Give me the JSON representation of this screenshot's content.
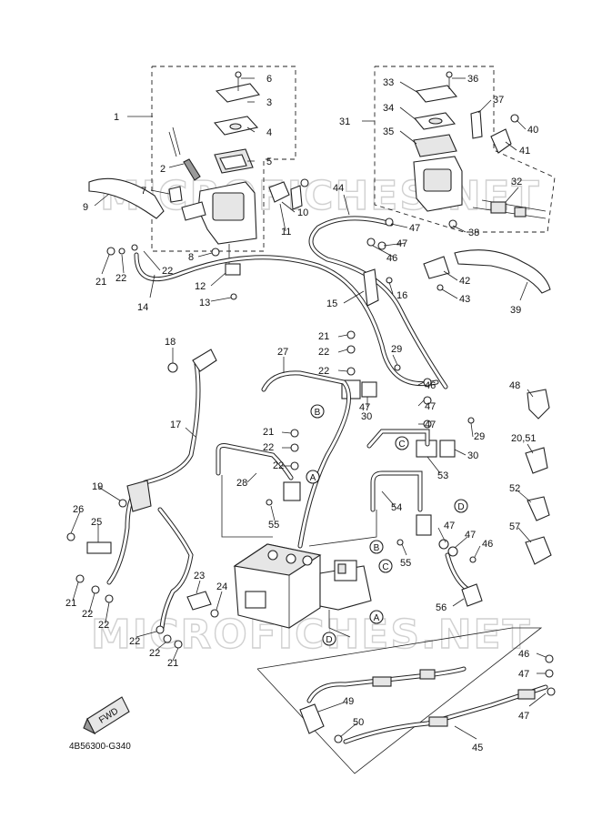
{
  "diagram": {
    "drawing_code": "4B56300-G340",
    "watermark": "MICROFICHES.NET",
    "front_marker": "FWD",
    "callouts": [
      {
        "id": "c1",
        "label": "1"
      },
      {
        "id": "c2",
        "label": "2"
      },
      {
        "id": "c3",
        "label": "3"
      },
      {
        "id": "c4",
        "label": "4"
      },
      {
        "id": "c5",
        "label": "5"
      },
      {
        "id": "c6",
        "label": "6"
      },
      {
        "id": "c7",
        "label": "7"
      },
      {
        "id": "c8",
        "label": "8"
      },
      {
        "id": "c9",
        "label": "9"
      },
      {
        "id": "c10",
        "label": "10"
      },
      {
        "id": "c11",
        "label": "11"
      },
      {
        "id": "c12",
        "label": "12"
      },
      {
        "id": "c13",
        "label": "13"
      },
      {
        "id": "c14",
        "label": "14"
      },
      {
        "id": "c15",
        "label": "15"
      },
      {
        "id": "c16",
        "label": "16"
      },
      {
        "id": "c17",
        "label": "17"
      },
      {
        "id": "c18",
        "label": "18"
      },
      {
        "id": "c19",
        "label": "19"
      },
      {
        "id": "c20",
        "label": "20,51"
      },
      {
        "id": "c21a",
        "label": "21"
      },
      {
        "id": "c21b",
        "label": "21"
      },
      {
        "id": "c21c",
        "label": "21"
      },
      {
        "id": "c21d",
        "label": "21"
      },
      {
        "id": "c21e",
        "label": "21"
      },
      {
        "id": "c22a",
        "label": "22"
      },
      {
        "id": "c22b",
        "label": "22"
      },
      {
        "id": "c22c",
        "label": "22"
      },
      {
        "id": "c22d",
        "label": "22"
      },
      {
        "id": "c22e",
        "label": "22"
      },
      {
        "id": "c22f",
        "label": "22"
      },
      {
        "id": "c22g",
        "label": "22"
      },
      {
        "id": "c22h",
        "label": "22"
      },
      {
        "id": "c22i",
        "label": "22"
      },
      {
        "id": "c22j",
        "label": "22"
      },
      {
        "id": "c23",
        "label": "23"
      },
      {
        "id": "c24",
        "label": "24"
      },
      {
        "id": "c25",
        "label": "25"
      },
      {
        "id": "c26",
        "label": "26"
      },
      {
        "id": "c27",
        "label": "27"
      },
      {
        "id": "c28",
        "label": "28"
      },
      {
        "id": "c29a",
        "label": "29"
      },
      {
        "id": "c29b",
        "label": "29"
      },
      {
        "id": "c30a",
        "label": "30"
      },
      {
        "id": "c30b",
        "label": "30"
      },
      {
        "id": "c31",
        "label": "31"
      },
      {
        "id": "c32",
        "label": "32"
      },
      {
        "id": "c33",
        "label": "33"
      },
      {
        "id": "c34",
        "label": "34"
      },
      {
        "id": "c35",
        "label": "35"
      },
      {
        "id": "c36",
        "label": "36"
      },
      {
        "id": "c37",
        "label": "37"
      },
      {
        "id": "c38",
        "label": "38"
      },
      {
        "id": "c39",
        "label": "39"
      },
      {
        "id": "c40",
        "label": "40"
      },
      {
        "id": "c41",
        "label": "41"
      },
      {
        "id": "c42",
        "label": "42"
      },
      {
        "id": "c43",
        "label": "43"
      },
      {
        "id": "c44",
        "label": "44"
      },
      {
        "id": "c45",
        "label": "45"
      },
      {
        "id": "c46a",
        "label": "46"
      },
      {
        "id": "c46b",
        "label": "46"
      },
      {
        "id": "c46c",
        "label": "46"
      },
      {
        "id": "c46d",
        "label": "46"
      },
      {
        "id": "c47a",
        "label": "47"
      },
      {
        "id": "c47b",
        "label": "47"
      },
      {
        "id": "c47c",
        "label": "47"
      },
      {
        "id": "c47d",
        "label": "47"
      },
      {
        "id": "c47e",
        "label": "47"
      },
      {
        "id": "c47f",
        "label": "47"
      },
      {
        "id": "c47g",
        "label": "47"
      },
      {
        "id": "c47h",
        "label": "47"
      },
      {
        "id": "c47i",
        "label": "47"
      },
      {
        "id": "c48",
        "label": "48"
      },
      {
        "id": "c49",
        "label": "49"
      },
      {
        "id": "c50",
        "label": "50"
      },
      {
        "id": "c52",
        "label": "52"
      },
      {
        "id": "c53",
        "label": "53"
      },
      {
        "id": "c54",
        "label": "54"
      },
      {
        "id": "c55a",
        "label": "55"
      },
      {
        "id": "c55b",
        "label": "55"
      },
      {
        "id": "c56",
        "label": "56"
      },
      {
        "id": "c57",
        "label": "57"
      }
    ],
    "reference_marks": {
      "a1": "A",
      "a2": "A",
      "b1": "B",
      "b2": "B",
      "c1": "C",
      "c2": "C",
      "d1": "D",
      "d2": "D"
    }
  }
}
